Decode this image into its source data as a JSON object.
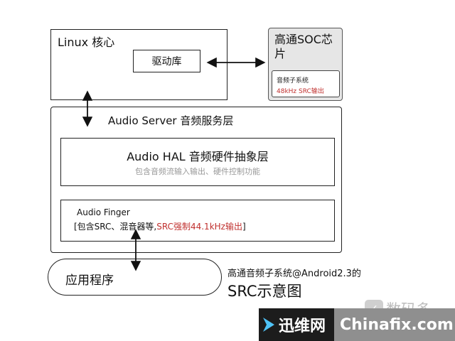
{
  "linux": {
    "title": "Linux 核心",
    "driver": "驱动库"
  },
  "soc": {
    "title": "高通SOC芯片",
    "inner_line1": "音频子系统",
    "inner_line2": "48kHz SRC输出"
  },
  "server": {
    "title": "Audio Server 音频服务层"
  },
  "hal": {
    "title": "Audio HAL 音频硬件抽象层",
    "subtitle": "包含音频流输入输出、硬件控制功能"
  },
  "finger": {
    "title": "Audio Finger",
    "line_prefix": "[包含SRC、混音器等,",
    "line_highlight": "SRC强制44.1kHz输出",
    "line_suffix": "]"
  },
  "app": {
    "title": "应用程序"
  },
  "caption": {
    "line1": "高通音频子系统@Android2.3的",
    "line2": "SRC示意图"
  },
  "watermark": {
    "top_text": "数码多",
    "left_text": "迅维网",
    "right_text": "Chinafix.com"
  },
  "colors": {
    "highlight": "#c0302e",
    "soc_bg": "#e6e6e6",
    "subtitle": "#999999"
  },
  "icons": {
    "watermark_top": "shield-icon",
    "watermark_left": "arrow-logo-icon"
  }
}
